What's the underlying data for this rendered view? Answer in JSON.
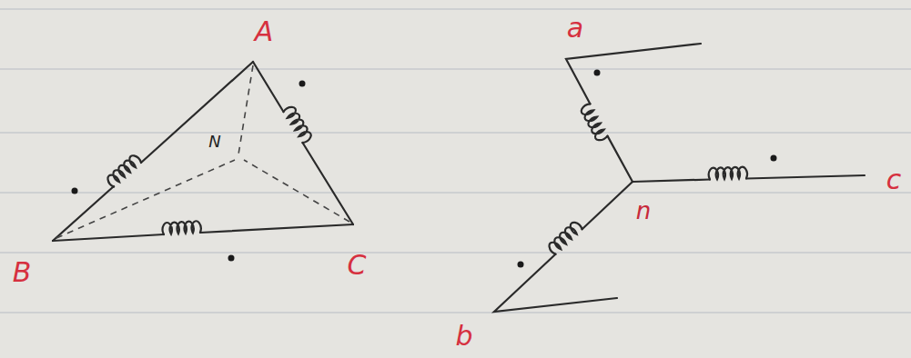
{
  "diagram": {
    "labels": [
      "A",
      "a",
      "N",
      "n",
      "c",
      "B",
      "C",
      "b"
    ]
  }
}
